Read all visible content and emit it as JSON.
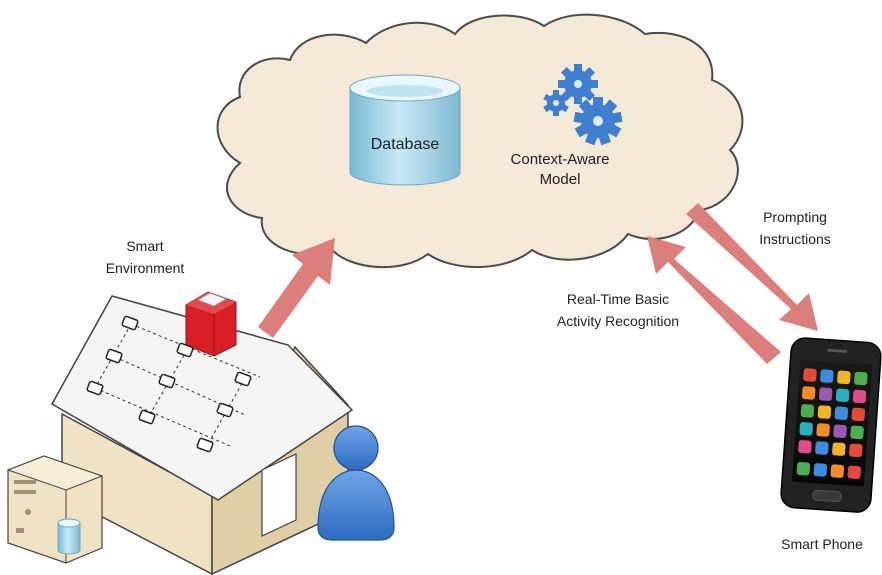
{
  "cloud": {
    "database_label": "Database",
    "model_label_line1": "Context-Aware",
    "model_label_line2": "Model"
  },
  "smart_environment": {
    "label_line1": "Smart",
    "label_line2": "Environment"
  },
  "flows": {
    "prompting_line1": "Prompting",
    "prompting_line2": "Instructions",
    "recognition_line1": "Real-Time Basic",
    "recognition_line2": "Activity Recognition"
  },
  "phone": {
    "label": "Smart Phone"
  },
  "colors": {
    "cloud_fill": "#f4e8d6",
    "cloud_stroke": "#4b4b4b",
    "arrow": "#dc7f7c",
    "database": "#9fd2e4",
    "gear": "#3f7fcf",
    "house_wall": "#efe3c4",
    "house_roof": "#f3f3f3",
    "chimney": "#d91f26",
    "person": "#3f7fcf",
    "phone_body": "#222222"
  }
}
